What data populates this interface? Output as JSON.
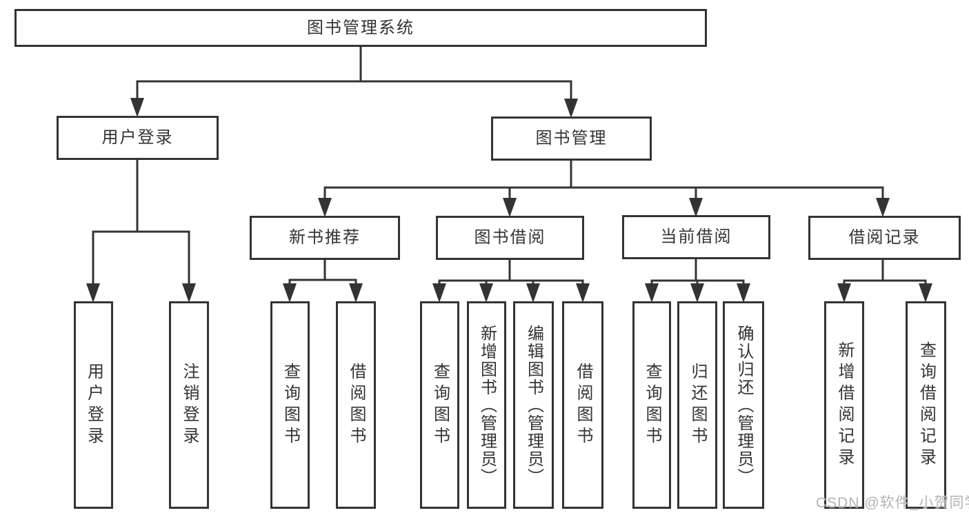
{
  "tree": {
    "root": {
      "label": "图书管理系统"
    },
    "branches": [
      {
        "label": "用户登录",
        "leaves": [
          {
            "label": "用户登录"
          },
          {
            "label": "注销登录"
          }
        ]
      },
      {
        "label": "图书管理",
        "groups": [
          {
            "label": "新书推荐",
            "leaves": [
              {
                "label": "查询图书"
              },
              {
                "label": "借阅图书"
              }
            ]
          },
          {
            "label": "图书借阅",
            "leaves": [
              {
                "label": "查询图书"
              },
              {
                "label": "新增图书（管理员）"
              },
              {
                "label": "编辑图书（管理员）"
              },
              {
                "label": "借阅图书"
              }
            ]
          },
          {
            "label": "当前借阅",
            "leaves": [
              {
                "label": "查询图书"
              },
              {
                "label": "归还图书"
              },
              {
                "label": "确认归还（管理员）"
              }
            ]
          },
          {
            "label": "借阅记录",
            "leaves": [
              {
                "label": "新增借阅记录"
              },
              {
                "label": "查询借阅记录"
              }
            ]
          }
        ]
      }
    ]
  },
  "watermark": {
    "text": "CSDN @软件_小贺同学",
    "color": "#b3b3b3"
  },
  "colors": {
    "line": "#333333",
    "text": "#333333",
    "background": "#ffffff"
  }
}
